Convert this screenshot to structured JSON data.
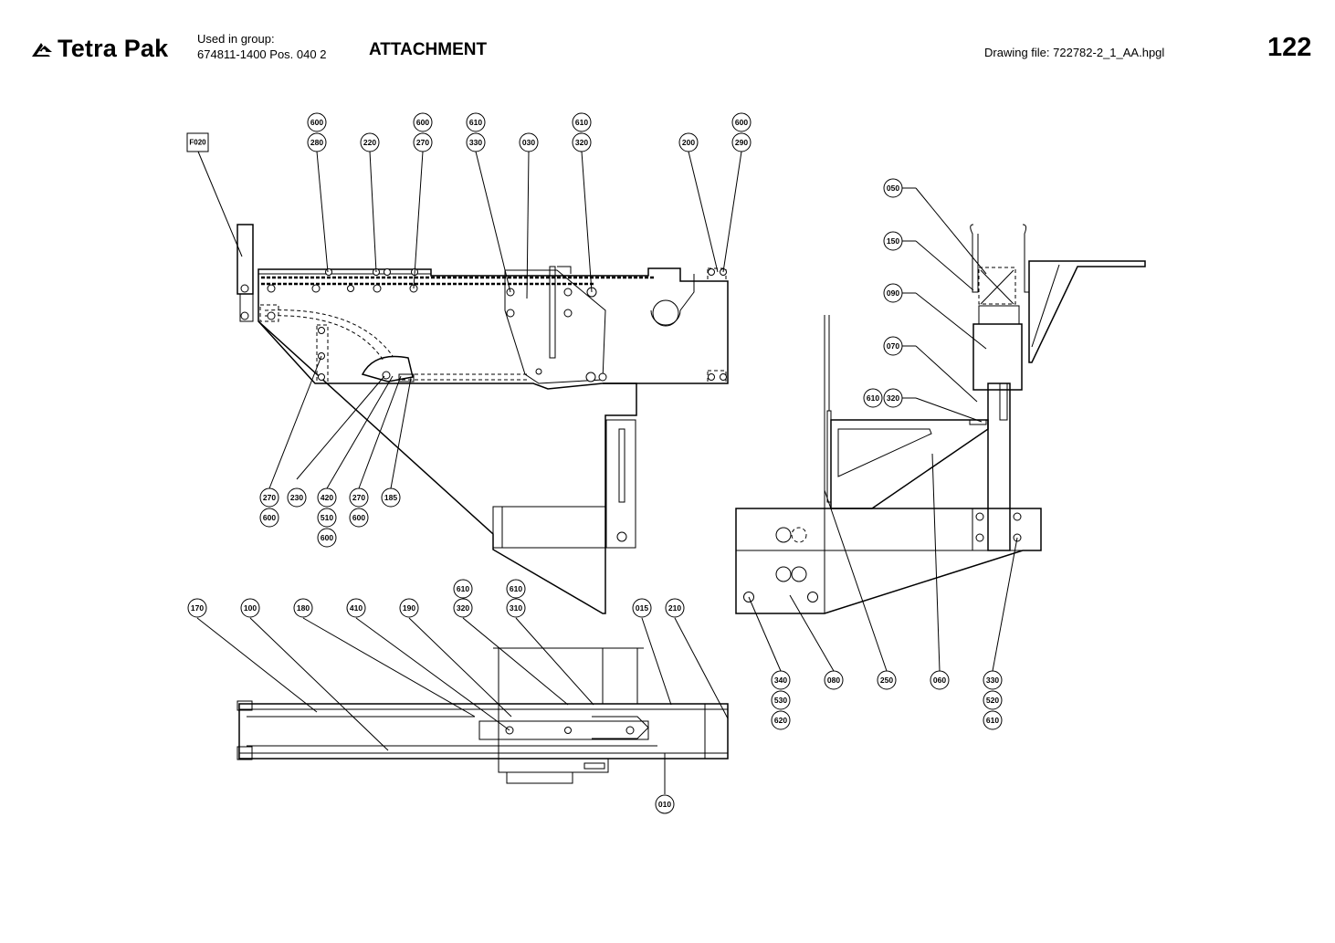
{
  "header": {
    "brand": "Tetra Pak",
    "used_label": "Used in group:",
    "used_value": "674811-1400 Pos. 040 2",
    "title": "ATTACHMENT",
    "drawing_file": "Drawing file:  722782-2_1_AA.hpgl",
    "page_number": "122",
    "logo_icon": "tetra-pak-logo-icon"
  },
  "callouts": {
    "top_view": [
      {
        "id": "cA1",
        "label": "600"
      },
      {
        "id": "cA2",
        "label": "280"
      },
      {
        "id": "cA3",
        "label": "220"
      },
      {
        "id": "cA4",
        "label": "600"
      },
      {
        "id": "cA5",
        "label": "270"
      },
      {
        "id": "cA6",
        "label": "610"
      },
      {
        "id": "cA7",
        "label": "330"
      },
      {
        "id": "cA8",
        "label": "030"
      },
      {
        "id": "cA9",
        "label": "610"
      },
      {
        "id": "cA10",
        "label": "320"
      },
      {
        "id": "cA11",
        "label": "200"
      },
      {
        "id": "cA12",
        "label": "600"
      },
      {
        "id": "cA13",
        "label": "290"
      },
      {
        "id": "cA14",
        "label": "270"
      },
      {
        "id": "cA15",
        "label": "600"
      },
      {
        "id": "cA16",
        "label": "230"
      },
      {
        "id": "cA17",
        "label": "420"
      },
      {
        "id": "cA18",
        "label": "510"
      },
      {
        "id": "cA19",
        "label": "600"
      },
      {
        "id": "cA20",
        "label": "270"
      },
      {
        "id": "cA21",
        "label": "600"
      },
      {
        "id": "cA22",
        "label": "185"
      }
    ],
    "fold_label": "F020",
    "side_view": [
      {
        "id": "cB1",
        "label": "050"
      },
      {
        "id": "cB2",
        "label": "150"
      },
      {
        "id": "cB3",
        "label": "090"
      },
      {
        "id": "cB4",
        "label": "070"
      },
      {
        "id": "cB5",
        "label": "610"
      },
      {
        "id": "cB6",
        "label": "320"
      },
      {
        "id": "cB7",
        "label": "340"
      },
      {
        "id": "cB8",
        "label": "530"
      },
      {
        "id": "cB9",
        "label": "620"
      },
      {
        "id": "cB10",
        "label": "080"
      },
      {
        "id": "cB11",
        "label": "250"
      },
      {
        "id": "cB12",
        "label": "060"
      },
      {
        "id": "cB13",
        "label": "330"
      },
      {
        "id": "cB14",
        "label": "520"
      },
      {
        "id": "cB15",
        "label": "610"
      }
    ],
    "bottom_view": [
      {
        "id": "cC1",
        "label": "170"
      },
      {
        "id": "cC2",
        "label": "100"
      },
      {
        "id": "cC3",
        "label": "180"
      },
      {
        "id": "cC4",
        "label": "410"
      },
      {
        "id": "cC5",
        "label": "190"
      },
      {
        "id": "cC6",
        "label": "610"
      },
      {
        "id": "cC7",
        "label": "320"
      },
      {
        "id": "cC8",
        "label": "610"
      },
      {
        "id": "cC9",
        "label": "310"
      },
      {
        "id": "cC10",
        "label": "015"
      },
      {
        "id": "cC11",
        "label": "210"
      },
      {
        "id": "cC12",
        "label": "010"
      }
    ]
  }
}
